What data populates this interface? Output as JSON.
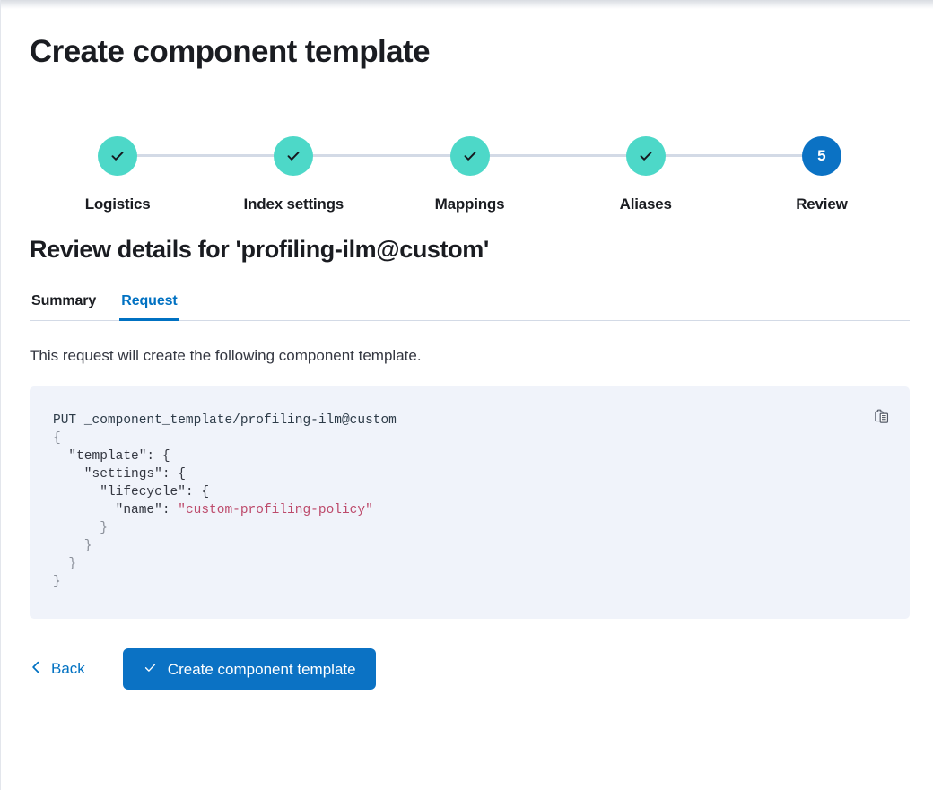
{
  "page": {
    "title": "Create component template"
  },
  "stepper": {
    "steps": [
      {
        "label": "Logistics",
        "number": "1",
        "state": "complete",
        "icon": "check-icon"
      },
      {
        "label": "Index settings",
        "number": "2",
        "state": "complete",
        "icon": "check-icon"
      },
      {
        "label": "Mappings",
        "number": "3",
        "state": "complete",
        "icon": "check-icon"
      },
      {
        "label": "Aliases",
        "number": "4",
        "state": "complete",
        "icon": "check-icon"
      },
      {
        "label": "Review",
        "number": "5",
        "state": "current",
        "icon": ""
      }
    ],
    "complete_color": "#4dd8c8",
    "current_color": "#0b72c4",
    "connector_color": "#d3dae6"
  },
  "review": {
    "heading": "Review details for 'profiling-ilm@custom'",
    "tabs": [
      {
        "label": "Summary",
        "active": false
      },
      {
        "label": "Request",
        "active": true
      }
    ],
    "active_tab_color": "#0071c2",
    "description": "This request will create the following component template."
  },
  "code": {
    "method": "PUT",
    "path": "_component_template/profiling-ilm@custom",
    "body_lines": [
      "{",
      "  \"template\": {",
      "    \"settings\": {",
      "      \"lifecycle\": {",
      "        \"name\": \"custom-profiling-policy\"",
      "      }",
      "    }",
      "  }",
      "}"
    ],
    "string_value": "custom-profiling-policy",
    "keys": [
      "template",
      "settings",
      "lifecycle",
      "name"
    ],
    "copy_icon": "copy-clipboard-icon",
    "copy_label": "Copy",
    "background": "#f0f3fa",
    "string_color": "#bd4a6b"
  },
  "footer": {
    "back_label": "Back",
    "back_icon": "chevron-left-icon",
    "submit_label": "Create component template",
    "submit_icon": "check-icon",
    "submit_color": "#0b72c4"
  }
}
